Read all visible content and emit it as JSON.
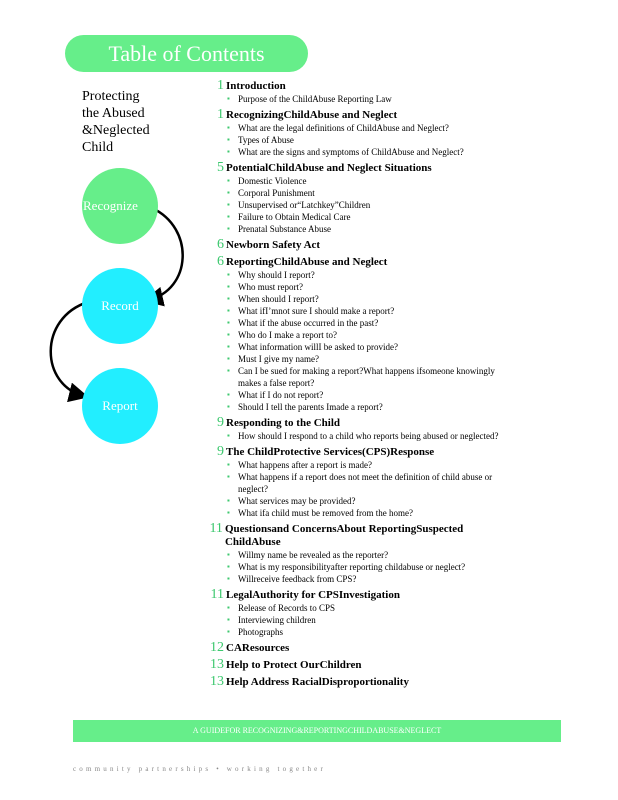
{
  "header": {
    "title": "Table of Contents",
    "subtitle_lines": [
      "Protecting",
      "the Abused",
      "&Neglected",
      "Child"
    ]
  },
  "steps": [
    "Recognize",
    "Record",
    "Report"
  ],
  "colors": {
    "green": "#66ee8a",
    "cyan": "#22eeff",
    "number_green": "#3cc86e"
  },
  "sections": [
    {
      "num": "1",
      "title": "Introduction",
      "items": [
        "Purpose of the ChildAbuse Reporting Law"
      ]
    },
    {
      "num": "1",
      "title": "RecognizingChildAbuse and Neglect",
      "items": [
        "What are the legal definitions of ChildAbuse and Neglect?",
        "Types of Abuse",
        "What are the signs and symptoms of ChildAbuse and Neglect?"
      ]
    },
    {
      "num": "5",
      "title": "PotentialChildAbuse and Neglect Situations",
      "items": [
        "Domestic Violence",
        "Corporal Punishment",
        "Unsupervised or“Latchkey”Children",
        "Failure to Obtain Medical Care",
        "Prenatal Substance Abuse"
      ]
    },
    {
      "num": "6",
      "title": "Newborn Safety Act",
      "items": []
    },
    {
      "num": "6",
      "title": "ReportingChildAbuse and Neglect",
      "items": [
        "Why should I report?",
        "Who must report?",
        "When should I report?",
        "What ifI’mnot sure I should make a report?",
        "What if the abuse occurred in the past?",
        "Who do I make a report to?",
        "What information willI be asked to provide?",
        "Must I give my name?",
        "Can I be sued for making a report?What happens ifsomeone knowingly makes a false report?",
        "What if I do not report?",
        "Should I tell the parents Imade a report?"
      ]
    },
    {
      "num": "9",
      "title": "Responding to the Child",
      "items": [
        "How should I respond to a child who reports being abused or neglected?"
      ]
    },
    {
      "num": "9",
      "title": "The ChildProtective Services(CPS)Response",
      "items": [
        "What happens after a report is made?",
        "What happens if a report does not meet the definition of child abuse or neglect?",
        "What services may be provided?",
        "What ifa child must be removed from the home?"
      ]
    },
    {
      "num": "11",
      "title": "Questionsand ConcernsAbout ReportingSuspected ChildAbuse",
      "items": [
        "Willmy name be revealed as the reporter?",
        "What is my responsibilityafter reporting childabuse or neglect?",
        "Willreceive feedback from CPS?"
      ]
    },
    {
      "num": "11",
      "title": "LegalAuthority for CPSInvestigation",
      "items": [
        "Release of Records to CPS",
        "Interviewing children",
        "Photographs"
      ]
    },
    {
      "num": "12",
      "title": "CAResources",
      "items": []
    },
    {
      "num": "13",
      "title": "Help to Protect OurChildren",
      "items": []
    },
    {
      "num": "13",
      "title": "Help Address RacialDisproportionality",
      "items": []
    }
  ],
  "footer": {
    "banner": "A GUIDEFOR RECOGNIZING&REPORTINGCHILDABUSE&NEGLECT",
    "tagline": "community partnerships • working together"
  }
}
